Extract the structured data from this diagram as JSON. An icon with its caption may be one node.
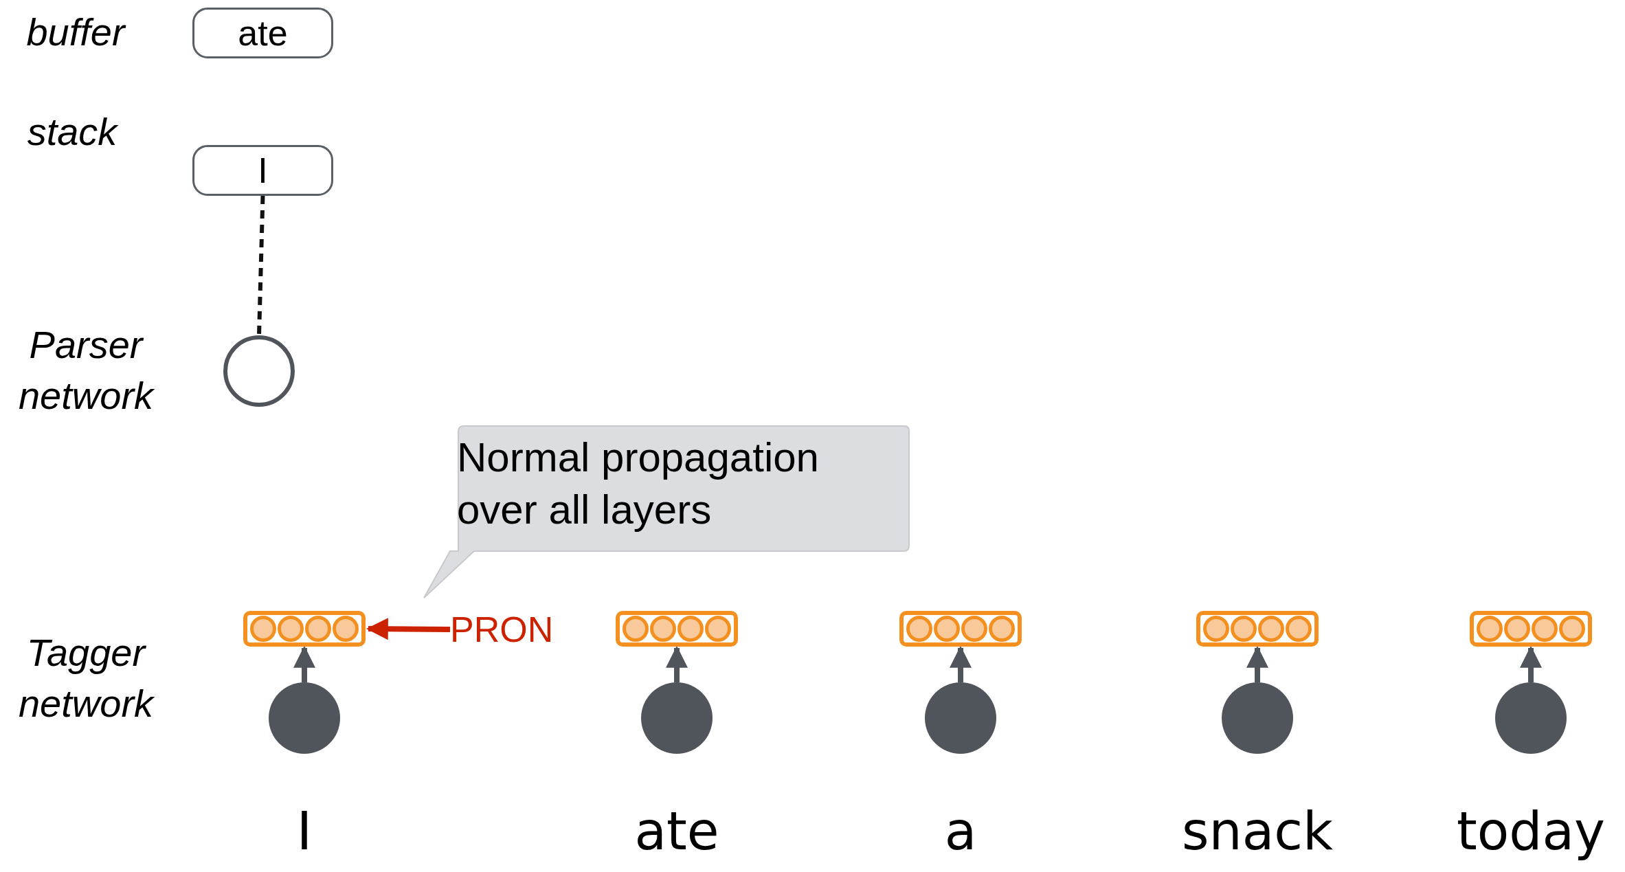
{
  "diagram": {
    "nodes": [
      {
        "text": [
          "ate"
        ]
      },
      {
        "text": [
          "I"
        ]
      },
      {
        "text": [],
        "shape": "circle"
      },
      {
        "text": [
          "Normal propagation over all layers"
        ]
      },
      {
        "text": [],
        "shape": "bar"
      },
      {
        "text": [],
        "shape": "bar"
      },
      {
        "text": [],
        "shape": "bar"
      },
      {
        "text": [],
        "shape": "bar"
      },
      {
        "text": [],
        "shape": "bar"
      },
      {
        "text": [],
        "shape": "circle"
      },
      {
        "text": [],
        "shape": "circle"
      },
      {
        "text": [],
        "shape": "circle"
      },
      {
        "text": [],
        "shape": "circle"
      },
      {
        "text": [],
        "shape": "circle"
      },
      {
        "text": [
          "PRON"
        ]
      }
    ],
    "edges": [
      {
        "from": 1,
        "to": 2,
        "arrow": "none",
        "style": "dashed"
      },
      {
        "from": 14,
        "to": 4,
        "arrow": "to",
        "color": "#cc2200"
      },
      {
        "from": 9,
        "to": 4,
        "arrow": "to"
      },
      {
        "from": 10,
        "to": 5,
        "arrow": "to"
      },
      {
        "from": 11,
        "to": 6,
        "arrow": "to"
      },
      {
        "from": 12,
        "to": 7,
        "arrow": "to"
      },
      {
        "from": 13,
        "to": 8,
        "arrow": "to"
      }
    ],
    "labels": [
      "buffer",
      "stack",
      "Parser network",
      "Tagger network",
      "I",
      "ate",
      "a",
      "snack",
      "today"
    ]
  }
}
